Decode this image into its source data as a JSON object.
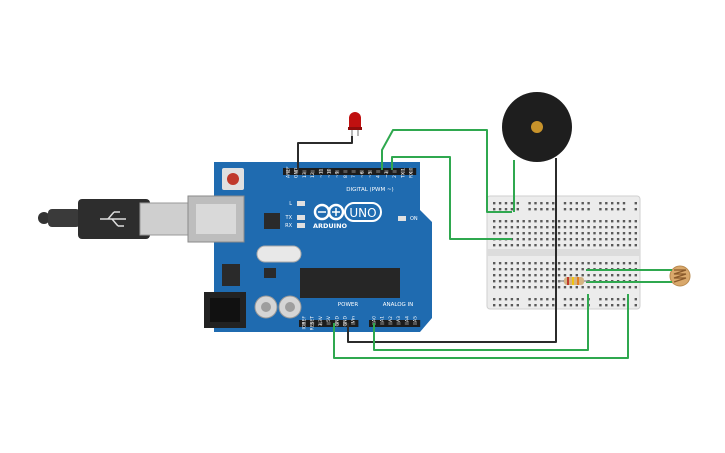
{
  "arduino": {
    "brand": "ARDUINO",
    "model": "UNO",
    "on_label": "ON",
    "digital_label": "DIGITAL (PWM ~)",
    "power_label": "POWER",
    "analog_label": "ANALOG IN",
    "led_l": "L",
    "led_tx": "TX",
    "led_rx": "RX",
    "digital_pins": [
      "AREF",
      "GND",
      "13",
      "12",
      "~11",
      "~10",
      "~9",
      "8",
      "7",
      "~6",
      "~5",
      "4",
      "~3",
      "2",
      "TX 1",
      "RX 0"
    ],
    "power_pins": [
      "IOREF",
      "RESET",
      "3.3V",
      "5V",
      "GND",
      "GND",
      "Vin"
    ],
    "analog_pins": [
      "A0",
      "A1",
      "A2",
      "A3",
      "A4",
      "A5"
    ],
    "board_color": "#1f6bb0"
  },
  "wires": {
    "green": "#2fa84f",
    "black": "#2b2b2b"
  },
  "led": {
    "color": "#c01010"
  },
  "resistor": {
    "bands": [
      "#c0392b",
      "#f1c40f",
      "#e67e22"
    ]
  }
}
